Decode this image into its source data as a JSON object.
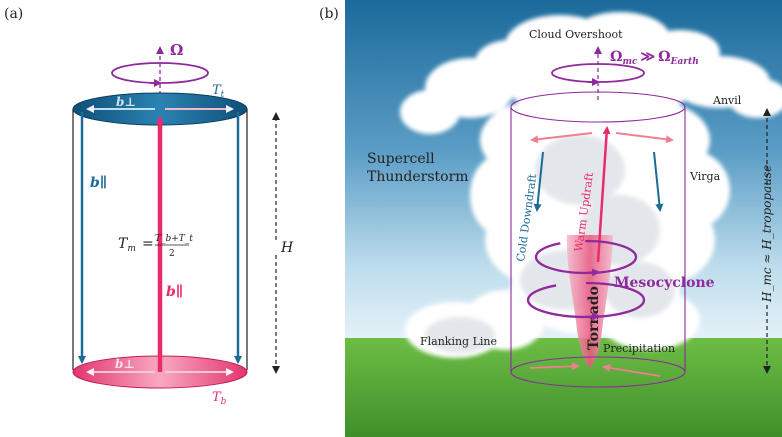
{
  "panel_a": {
    "tag": "(a)",
    "omega": "Ω",
    "b_perp_top": "b⊥",
    "t_top": "T",
    "t_top_sub": "t",
    "b_par_left": "b∥",
    "tm_lhs": "T",
    "tm_lhs_sub": "m",
    "tm_eq": "=",
    "tm_num": "T_b+T_t",
    "tm_den": "2",
    "b_par_center": "b∥",
    "height": "H",
    "b_perp_bottom": "b⊥",
    "t_bottom": "T",
    "t_bottom_sub": "b"
  },
  "panel_b": {
    "tag": "(b)",
    "cloud_overshoot": "Cloud Overshoot",
    "omega_rel": "Ω",
    "omega_rel_sub": "mc",
    "omega_gg": "≫",
    "omega_earth": "Ω",
    "omega_earth_sub": "Earth",
    "anvil": "Anvil",
    "supercell_1": "Supercell",
    "supercell_2": "Thunderstorm",
    "cold_downdraft": "Cold Downdraft",
    "warm_updraft": "Warm Updraft",
    "virga": "Virga",
    "mesocyclone": "Mesocyclone",
    "tornado": "Tornado",
    "flanking_line": "Flanking Line",
    "precipitation": "Precipitation",
    "height_relation": "H_mc ≈ H_tropopause"
  },
  "colors": {
    "teal": "#1a6b96",
    "pink": "#ea2a6c",
    "purple": "#8e2a9c",
    "sky_top": "#1d6fa0",
    "grass": "#5cae3a"
  }
}
